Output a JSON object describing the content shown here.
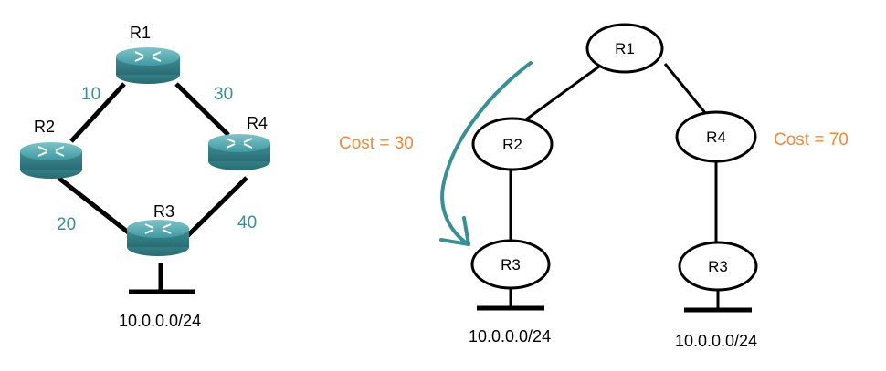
{
  "colors": {
    "link_cost": "#3a8f95",
    "total_cost": "#f08a3c",
    "router_body": "#3e8f97",
    "arrow": "#3a8f95"
  },
  "topology": {
    "routers": [
      {
        "name": "R1",
        "icon": "router-icon"
      },
      {
        "name": "R2",
        "icon": "router-icon"
      },
      {
        "name": "R3",
        "icon": "router-icon"
      },
      {
        "name": "R4",
        "icon": "router-icon"
      }
    ],
    "links": [
      {
        "from": "R1",
        "to": "R2",
        "cost": "10"
      },
      {
        "from": "R1",
        "to": "R4",
        "cost": "30"
      },
      {
        "from": "R2",
        "to": "R3",
        "cost": "20"
      },
      {
        "from": "R4",
        "to": "R3",
        "cost": "40"
      }
    ],
    "network": "10.0.0.0/24"
  },
  "tree": {
    "root": "R1",
    "left_branch": {
      "mid": "R2",
      "leaf": "R3",
      "network": "10.0.0.0/24",
      "cost_label": "Cost = 30"
    },
    "right_branch": {
      "mid": "R4",
      "leaf": "R3",
      "network": "10.0.0.0/24",
      "cost_label": "Cost = 70"
    }
  }
}
